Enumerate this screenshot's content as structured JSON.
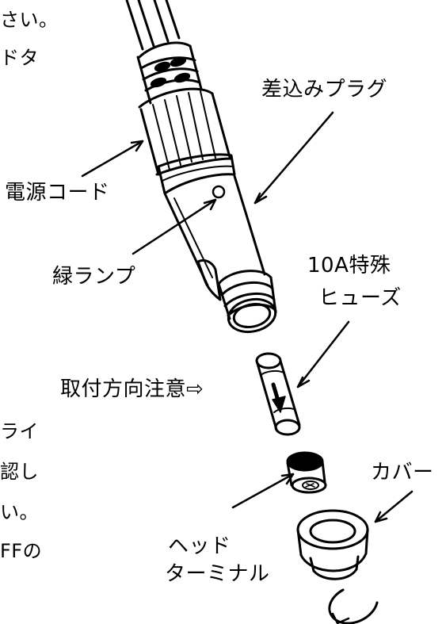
{
  "left_text_fragments": {
    "line1": "さい。",
    "line2": "ドタ",
    "line3": "ライ",
    "line4": "認し",
    "line5": "い。",
    "line6": "FFの"
  },
  "labels": {
    "plug": "差込みプラグ",
    "cord": "電源コード",
    "green_lamp": "緑ランプ",
    "fuse_line1": "10A特殊",
    "fuse_line2": "ヒューズ",
    "direction": "取付方向注意⇨",
    "cover": "カバー",
    "head_terminal_line1": "ヘッド",
    "head_terminal_line2": "ターミナル"
  }
}
